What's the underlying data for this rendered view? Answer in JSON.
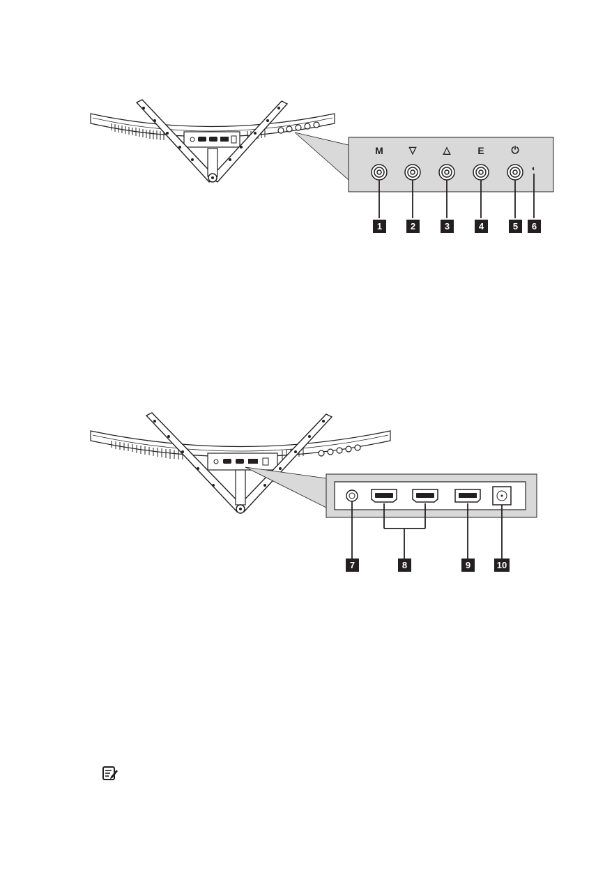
{
  "top_panel": {
    "button_symbols": [
      "M",
      "▽",
      "△",
      "E",
      "⏻"
    ],
    "indicator_symbol": "◐",
    "callouts": [
      "1",
      "2",
      "3",
      "4",
      "5",
      "6"
    ]
  },
  "bottom_panel": {
    "callouts": [
      "7",
      "8",
      "9",
      "10"
    ]
  },
  "icons": {
    "note": "note-edit-icon",
    "power": "power-icon"
  },
  "colors": {
    "panel_fill": "#d9d9d9",
    "line": "#231f20",
    "badge": "#231f20"
  }
}
